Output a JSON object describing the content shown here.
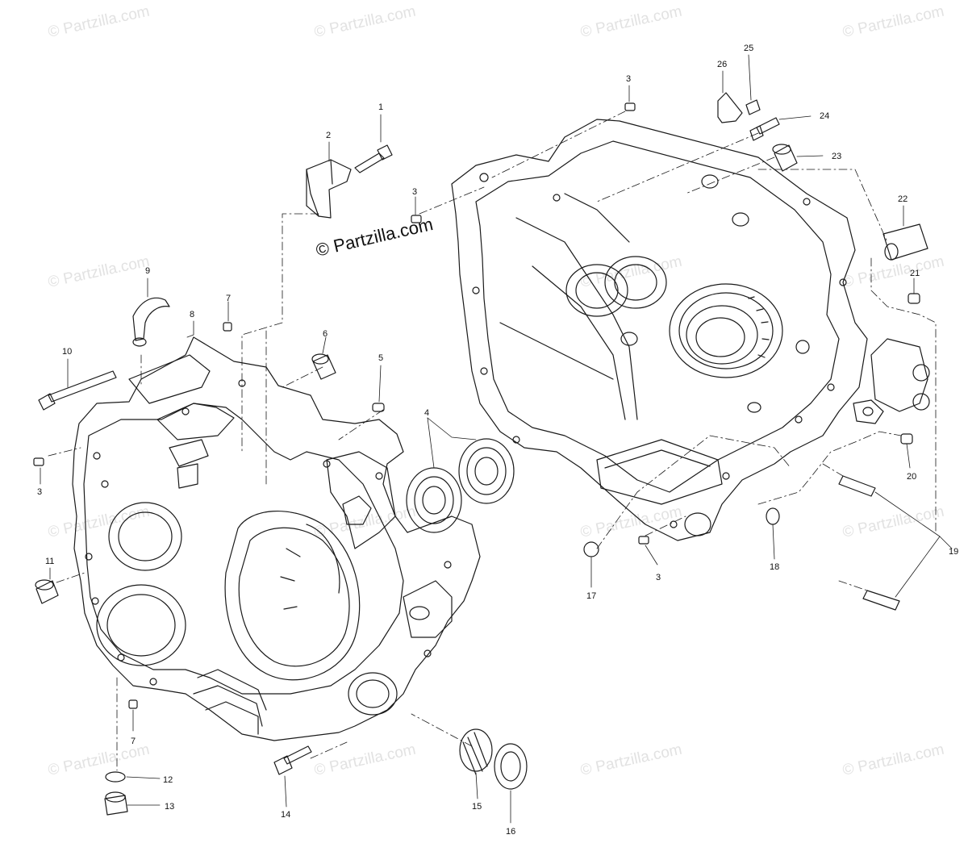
{
  "watermark_text": "© Partzilla.com",
  "brand_text": "© Partzilla.com",
  "colors": {
    "line": "#1a1a1a",
    "watermark": "#e2e2e2",
    "background": "#ffffff"
  },
  "callouts": {
    "c1": "1",
    "c2": "2",
    "c3a": "3",
    "c3b": "3",
    "c3c": "3",
    "c3d": "3",
    "c4": "4",
    "c5": "5",
    "c6": "6",
    "c7a": "7",
    "c7b": "7",
    "c8": "8",
    "c9": "9",
    "c10": "10",
    "c11": "11",
    "c12": "12",
    "c13": "13",
    "c14": "14",
    "c15": "15",
    "c16": "16",
    "c17": "17",
    "c18": "18",
    "c19": "19",
    "c20": "20",
    "c21": "21",
    "c22": "22",
    "c23": "23",
    "c24": "24",
    "c25": "25",
    "c26": "26"
  }
}
